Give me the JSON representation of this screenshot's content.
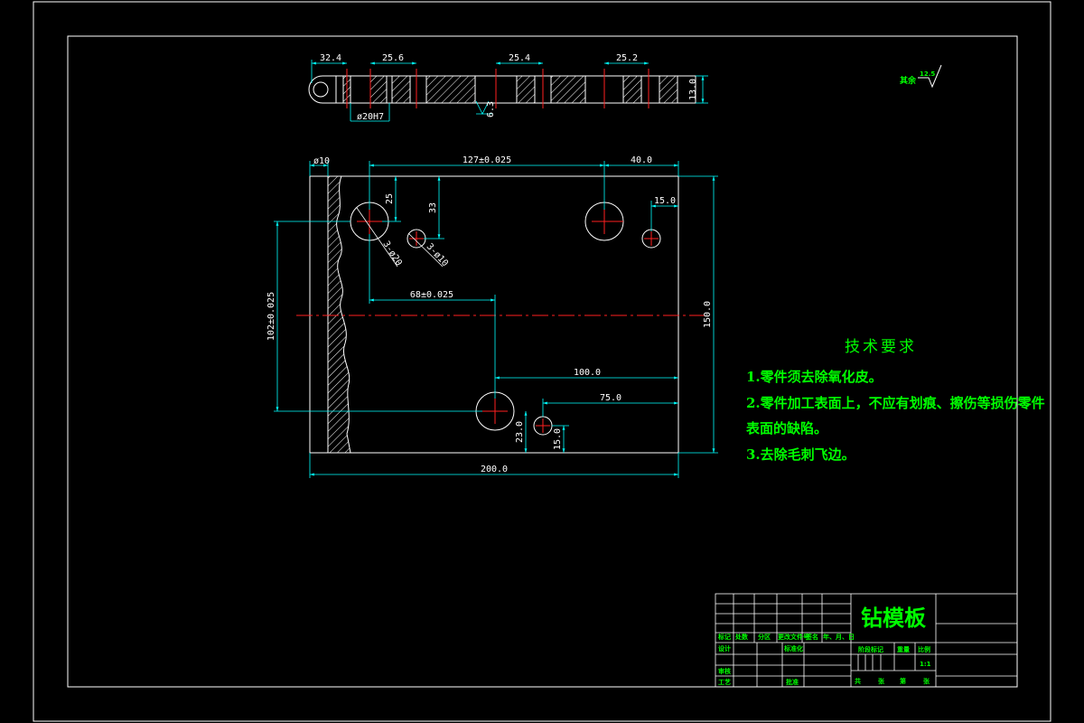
{
  "drawing": {
    "part_name": "钻模板",
    "scale": "1:1",
    "surface_finish_note": "其余",
    "surface_finish_value": "12.5"
  },
  "top_view": {
    "dims": [
      "32.4",
      "25.6",
      "25.4",
      "25.2"
    ],
    "thickness": "13.0",
    "hole_fit": "ø20H7",
    "roughness": "6.3"
  },
  "front_view": {
    "pin_dia": "ø10",
    "d127": "127±0.025",
    "d40": "40.0",
    "d15_top": "15.0",
    "d25": "25",
    "d33": "33",
    "hole_big": "3-ø20",
    "hole_small": "3-ø10",
    "d68": "68±0.025",
    "d102": "102±0.025",
    "d150": "150.0",
    "d100": "100.0",
    "d75": "75.0",
    "d23": "23.0",
    "d15_bottom": "15.0",
    "d200": "200.0"
  },
  "notes": {
    "title": "技术要求",
    "lines": [
      "1.零件须去除氧化皮。",
      "2.零件加工表面上，不应有划痕、擦伤等损伤零件",
      "表面的缺陷。",
      "3.去除毛刺飞边。"
    ]
  },
  "title_block": {
    "row_labels": [
      "标记",
      "处数",
      "分区",
      "更改文件号",
      "签名",
      "年、月、日"
    ],
    "design": "设计",
    "standardization": "标准化",
    "review": "审核",
    "process": "工艺",
    "approve": "批准",
    "stage_mark": "阶段标记",
    "weight": "重量",
    "scale_label": "比例",
    "sheets_total": "共",
    "sheet": "张",
    "sheet_no": "第",
    "sheet_unit": "张"
  }
}
